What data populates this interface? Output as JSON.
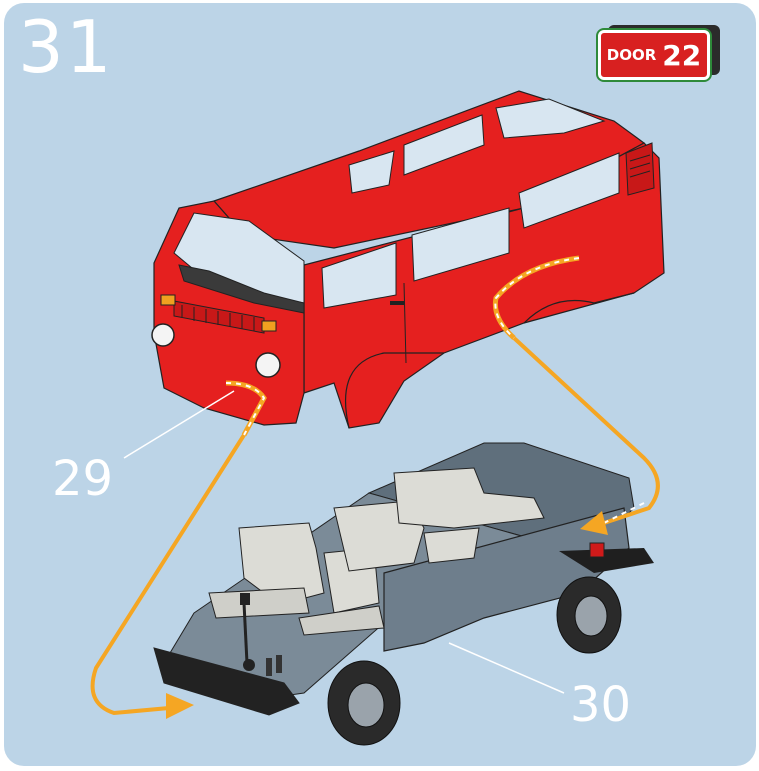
{
  "step": {
    "number": "31"
  },
  "badge": {
    "word": "DOOR",
    "number": "22"
  },
  "callouts": {
    "body": "29",
    "chassis": "30"
  },
  "colors": {
    "background": "#bcd4e7",
    "body_red": "#e5201f",
    "chassis_grey": "#6e7e8c",
    "seat_grey": "#dcdcd6",
    "arrow_orange": "#f5a623",
    "badge_red": "#d82020",
    "badge_green": "#2e8a3a"
  },
  "icons": [
    "van-body-illustration",
    "chassis-illustration",
    "assembly-arrow-icon"
  ]
}
